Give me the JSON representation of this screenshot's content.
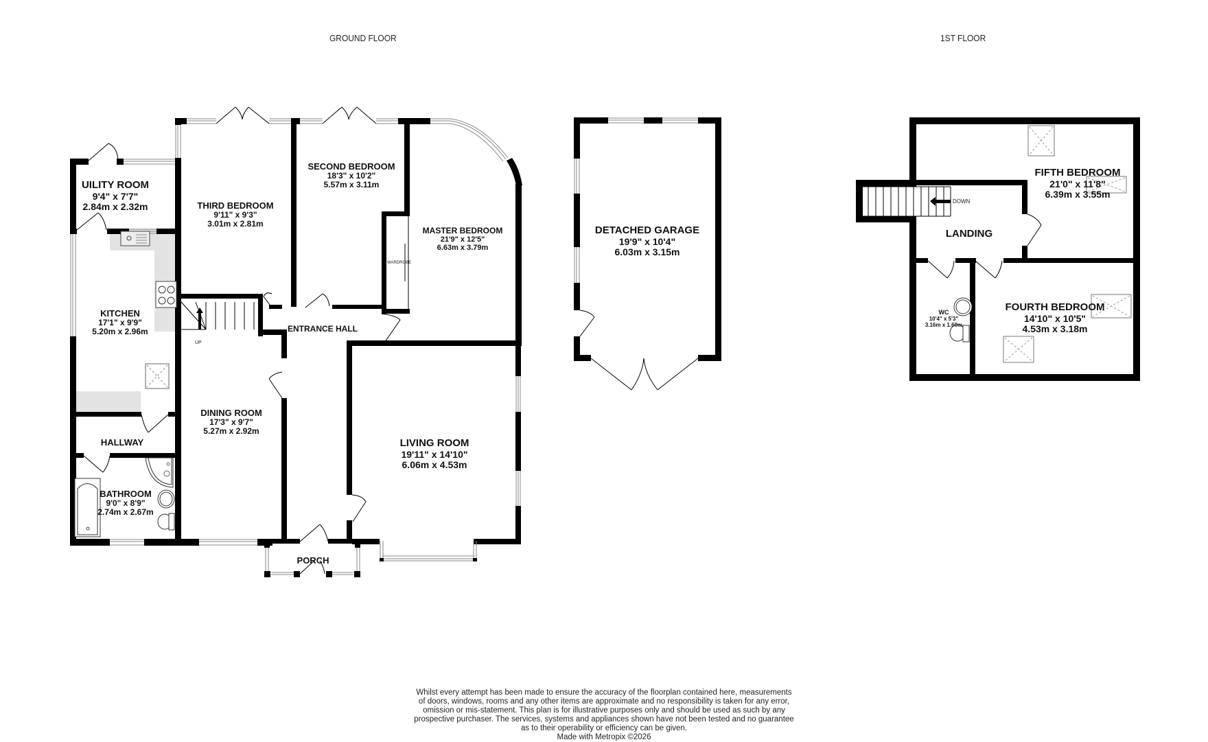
{
  "titles": {
    "ground_floor": "GROUND FLOOR",
    "first_floor": "1ST FLOOR"
  },
  "ground_floor": {
    "rooms": {
      "utility": {
        "name": "UILITY ROOM",
        "imperial": "9'4\"  x 7'7\"",
        "metric": "2.84m  x 2.32m"
      },
      "third_bedroom": {
        "name": "THIRD BEDROOM",
        "imperial": "9'11\"  x 9'3\"",
        "metric": "3.01m  x 2.81m"
      },
      "second_bedroom": {
        "name": "SECOND BEDROOM",
        "imperial": "18'3\"  x 10'2\"",
        "metric": "5.57m  x 3.11m"
      },
      "master_bedroom": {
        "name": "MASTER BEDROOM",
        "imperial": "21'9\"  x 12'5\"",
        "metric": "6.63m  x 3.79m"
      },
      "kitchen": {
        "name": "KITCHEN",
        "imperial": "17'1\"  x 9'9\"",
        "metric": "5.20m  x 2.96m"
      },
      "dining_room": {
        "name": "DINING ROOM",
        "imperial": "17'3\"  x 9'7\"",
        "metric": "5.27m  x 2.92m"
      },
      "entrance_hall": {
        "name": "ENTRANCE HALL"
      },
      "living_room": {
        "name": "LIVING ROOM",
        "imperial": "19'11\"  x 14'10\"",
        "metric": "6.06m  x 4.53m"
      },
      "hallway": {
        "name": "HALLWAY"
      },
      "bathroom": {
        "name": "BATHROOM",
        "imperial": "9'0\"  x 8'9\"",
        "metric": "2.74m  x 2.67m"
      },
      "porch": {
        "name": "PORCH"
      }
    },
    "annotations": {
      "wardrobe": "WARDROBE",
      "stairs_up": "UP"
    }
  },
  "garage": {
    "name": "DETACHED GARAGE",
    "imperial": "19'9\"  x 10'4\"",
    "metric": "6.03m  x 3.15m"
  },
  "first_floor": {
    "rooms": {
      "fifth_bedroom": {
        "name": "FIFTH BEDROOM",
        "imperial": "21'0\"  x 11'8\"",
        "metric": "6.39m  x 3.55m"
      },
      "landing": {
        "name": "LANDING"
      },
      "wc": {
        "name": "WC",
        "imperial": "10'4\"  x 5'3\"",
        "metric": "3.16m  x 1.60m"
      },
      "fourth_bedroom": {
        "name": "FOURTH BEDROOM",
        "imperial": "14'10\"  x 10'5\"",
        "metric": "4.53m  x 3.18m"
      }
    },
    "annotations": {
      "stairs_down": "DOWN"
    }
  },
  "disclaimer": {
    "lines": [
      "Whilst every attempt has been made to ensure the accuracy of the floorplan contained here, measurements",
      "of doors, windows, rooms and any other items are approximate and no responsibility is taken for any error,",
      "omission or mis-statement. This plan is for illustrative purposes only and should be used as such by any",
      "prospective purchaser. The services, systems and appliances shown have not been tested and no guarantee",
      "as to their operability or efficiency can be given."
    ],
    "credit": "Made with Metropix ©2026"
  },
  "colors": {
    "wall": "#000000",
    "fixture_fill": "#e3e3e3",
    "window_line": "#888888",
    "background": "#ffffff"
  }
}
